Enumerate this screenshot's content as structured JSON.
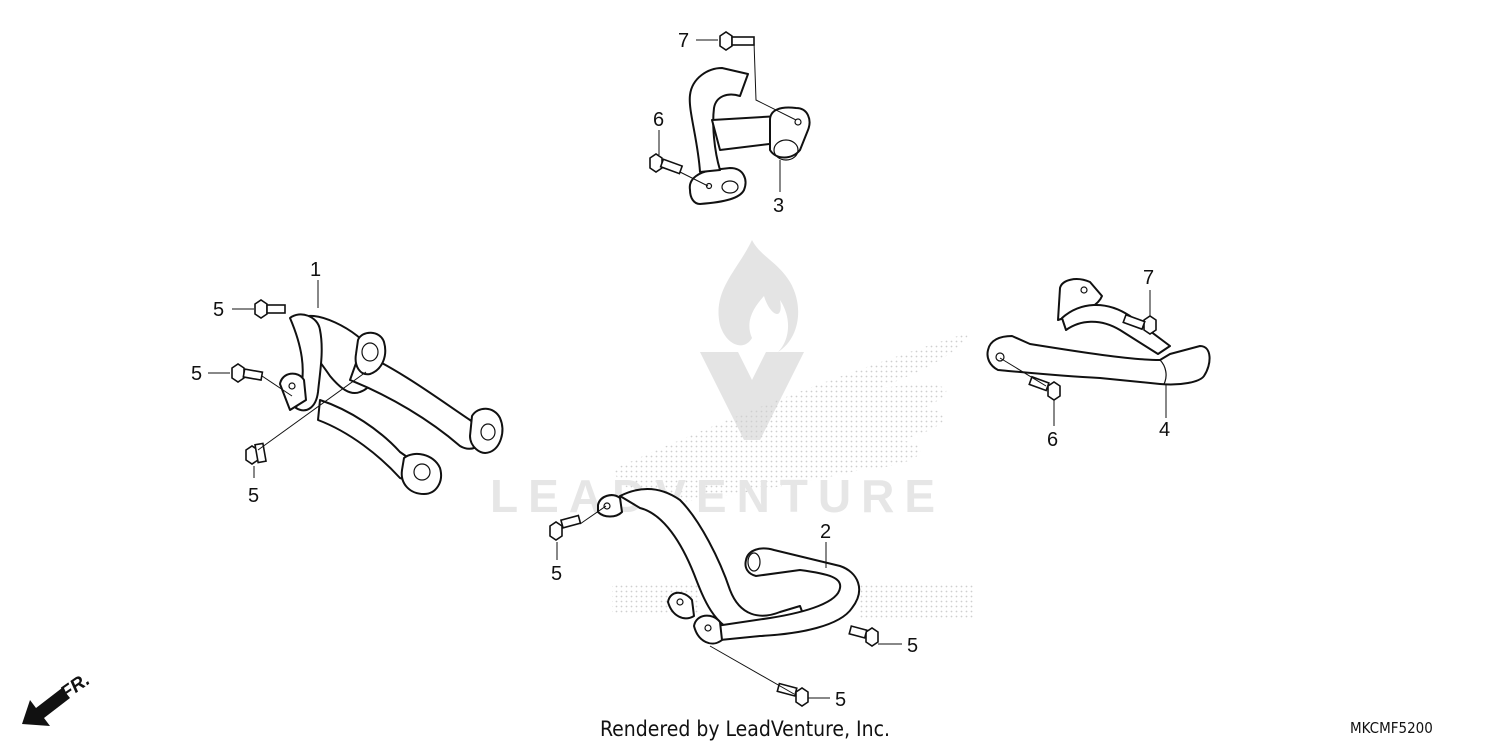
{
  "watermark": {
    "brand_text": "LEADVENTURE"
  },
  "callouts": {
    "part1": "1",
    "part2": "2",
    "part3": "3",
    "part4": "4",
    "bolt_a": "5",
    "bolt_b": "5",
    "bolt_c": "5",
    "bolt_d": "5",
    "bolt_e": "5",
    "bolt_f": "5",
    "bolt_g": "6",
    "bolt_h": "6",
    "bolt_i": "7",
    "bolt_j": "7"
  },
  "direction": {
    "label": "FR."
  },
  "footer": {
    "credit": "Rendered by LeadVenture, Inc.",
    "diagram_code": "MKCMF5200"
  },
  "colors": {
    "line": "#111111",
    "watermark": "#e4e4e4"
  }
}
